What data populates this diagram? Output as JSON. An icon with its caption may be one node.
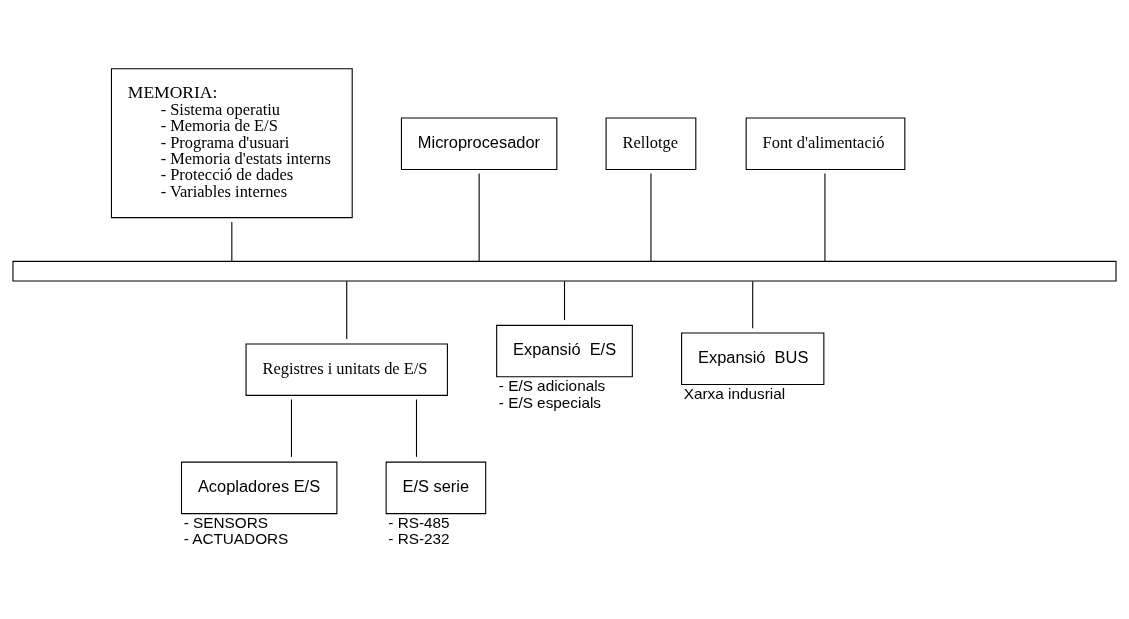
{
  "diagram": {
    "nodes": [
      {
        "text": [
          "MEMORIA:",
          "- Sistema operatiu",
          "- Memoria de E/S",
          "- Programa d'usuari",
          "- Memoria d'estats interns",
          "- Protecció de dades",
          "- Variables internes"
        ]
      },
      {
        "text": [
          "Microprocesador"
        ]
      },
      {
        "text": [
          "Rellotge"
        ]
      },
      {
        "text": [
          "Font d'alimentació"
        ]
      },
      {
        "text": [],
        "shape": "bar"
      },
      {
        "text": [
          "Registres i unitats de E/S"
        ]
      },
      {
        "text": [
          "Expansió  E/S"
        ],
        "beside": [
          "- E/S adicionals",
          "- E/S especials"
        ]
      },
      {
        "text": [
          "Expansió  BUS"
        ],
        "beside": [
          "Xarxa indusrial"
        ]
      },
      {
        "text": [
          "Acopladores E/S"
        ],
        "beside": [
          "- SENSORS",
          "- ACTUADORS"
        ]
      },
      {
        "text": [
          "E/S serie"
        ],
        "beside": [
          "- RS-485",
          "- RS-232"
        ]
      }
    ],
    "edges": [
      {
        "from": 0,
        "to": 4,
        "arrow": "none"
      },
      {
        "from": 1,
        "to": 4,
        "arrow": "none"
      },
      {
        "from": 2,
        "to": 4,
        "arrow": "none"
      },
      {
        "from": 3,
        "to": 4,
        "arrow": "none"
      },
      {
        "from": 4,
        "to": 5,
        "arrow": "none"
      },
      {
        "from": 4,
        "to": 6,
        "arrow": "none"
      },
      {
        "from": 4,
        "to": 7,
        "arrow": "none"
      },
      {
        "from": 5,
        "to": 8,
        "arrow": "none"
      },
      {
        "from": 5,
        "to": 9,
        "arrow": "none"
      }
    ]
  }
}
